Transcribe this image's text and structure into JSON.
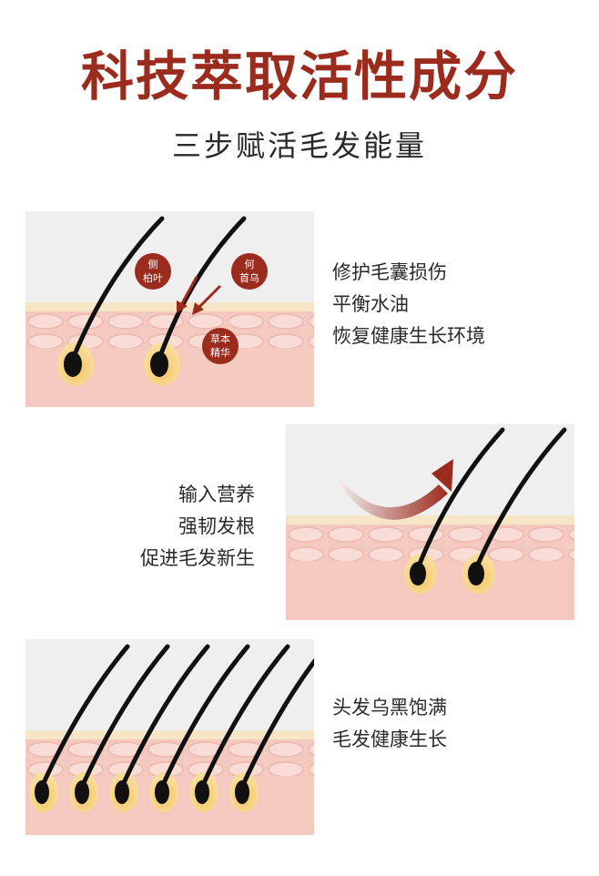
{
  "header": {
    "title": "科技萃取活性成分",
    "subtitle": "三步赋活毛发能量"
  },
  "steps": [
    {
      "lines": [
        "修护毛囊损伤",
        "平衡水油",
        "恢复健康生长环境"
      ],
      "badges": [
        {
          "line1": "侧",
          "line2": "柏叶"
        },
        {
          "line1": "何",
          "line2": "首乌"
        },
        {
          "line1": "草本",
          "line2": "精华"
        }
      ]
    },
    {
      "lines": [
        "输入营养",
        "强韧发根",
        "促进毛发新生"
      ]
    },
    {
      "lines": [
        "头发乌黑饱满",
        "毛发健康生长"
      ]
    }
  ],
  "colors": {
    "title": "#9b2b1d",
    "badge": "#9b2b1d",
    "skin": "#f3c9c0",
    "cells": "#f8dcd5",
    "layer": "#f6e6c6"
  }
}
